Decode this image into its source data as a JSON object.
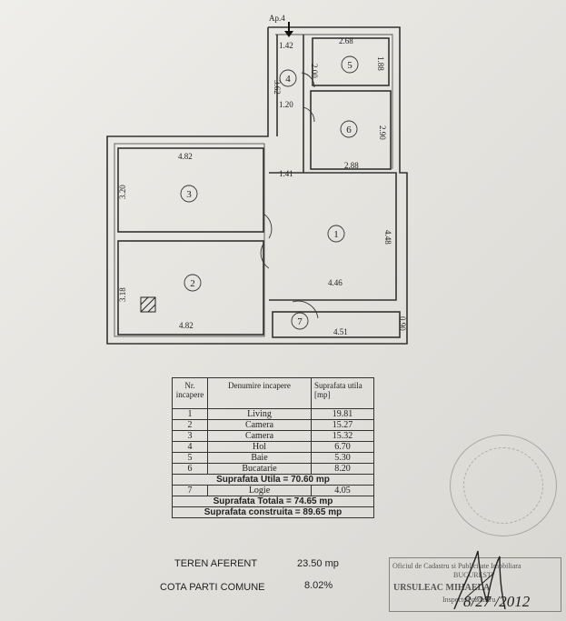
{
  "plan": {
    "apartment_label": "Ap.4",
    "dimensions": {
      "d_1_42": "1.42",
      "d_2_68": "2.68",
      "d_2_00": "2.00",
      "d_1_88": "1.88",
      "d_3_62": "3.62",
      "d_1_20": "1.20",
      "d_2_90": "2.90",
      "d_4_82_top": "4.82",
      "d_1_41": "1.41",
      "d_2_88": "2.88",
      "d_3_20": "3.20",
      "d_4_48": "4.48",
      "d_3_18": "3.18",
      "d_4_46": "4.46",
      "d_4_82_bottom": "4.82",
      "d_0_90": "0.90",
      "d_4_51": "4.51"
    },
    "room_numbers": [
      "1",
      "2",
      "3",
      "4",
      "5",
      "6",
      "7"
    ]
  },
  "table": {
    "headers": [
      "Nr. incapere",
      "Denumire incapere",
      "Suprafata utila [mp]"
    ],
    "rows": [
      {
        "nr": "1",
        "name": "Living",
        "area": "19.81"
      },
      {
        "nr": "2",
        "name": "Camera",
        "area": "15.27"
      },
      {
        "nr": "3",
        "name": "Camera",
        "area": "15.32"
      },
      {
        "nr": "4",
        "name": "Hol",
        "area": "6.70"
      },
      {
        "nr": "5",
        "name": "Baie",
        "area": "5.30"
      },
      {
        "nr": "6",
        "name": "Bucatarie",
        "area": "8.20"
      }
    ],
    "suprafata_utila": "Suprafata Utila = 70.60 mp",
    "logie": {
      "nr": "7",
      "name": "Logie",
      "area": "4.05"
    },
    "suprafata_totala": "Suprafata Totala = 74.65 mp",
    "suprafata_construita": "Suprafata construita = 89.65 mp"
  },
  "footer": {
    "teren_label": "TEREN AFERENT",
    "teren_value": "23.50 mp",
    "cota_label": "COTA PARTI COMUNE",
    "cota_value": "8.02%"
  },
  "stamp": {
    "line1": "Oficiul de Cadastru si Publicitate Imobiliara",
    "line2": "BUCURESTI",
    "line3": "URSULEAC MIHAELA",
    "line4": "Inspector cadastru",
    "date": "8/27 /2012"
  }
}
